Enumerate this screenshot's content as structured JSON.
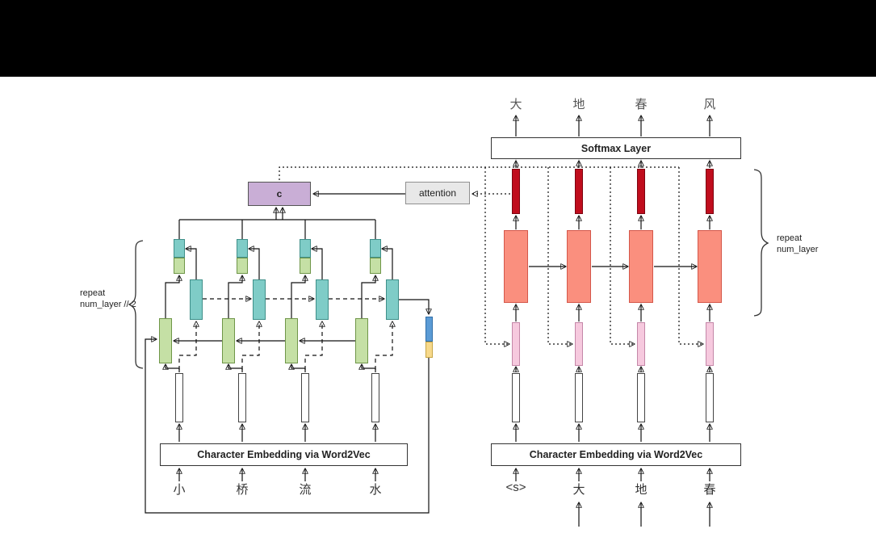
{
  "palette": {
    "context_box": "#c9aed6",
    "attention_box": "#e8e8e8",
    "encoder_forward_cell": "#c5e0a5",
    "encoder_backward_cell": "#7fccc7",
    "embedding_bar": "#ffffff",
    "decoder_input_bar": "#f6c9de",
    "decoder_lstm_cell": "#fa8f7e",
    "decoder_hidden_bar": "#c00d1d",
    "init_state_h": "#5b9bd5",
    "init_state_c": "#f7d98b"
  },
  "encoder": {
    "embedding_box_label": "Character Embedding via Word2Vec",
    "inputs": [
      "小",
      "桥",
      "流",
      "水"
    ],
    "repeat_label": [
      "repeat",
      "num_layer // 2"
    ],
    "context_label": "c",
    "attention_label": "attention"
  },
  "decoder": {
    "embedding_box_label": "Character Embedding via Word2Vec",
    "softmax_label": "Softmax Layer",
    "inputs": [
      "<s>",
      "大",
      "地",
      "春"
    ],
    "outputs": [
      "大",
      "地",
      "春",
      "风"
    ],
    "repeat_label": [
      "repeat",
      "num_layer"
    ]
  }
}
